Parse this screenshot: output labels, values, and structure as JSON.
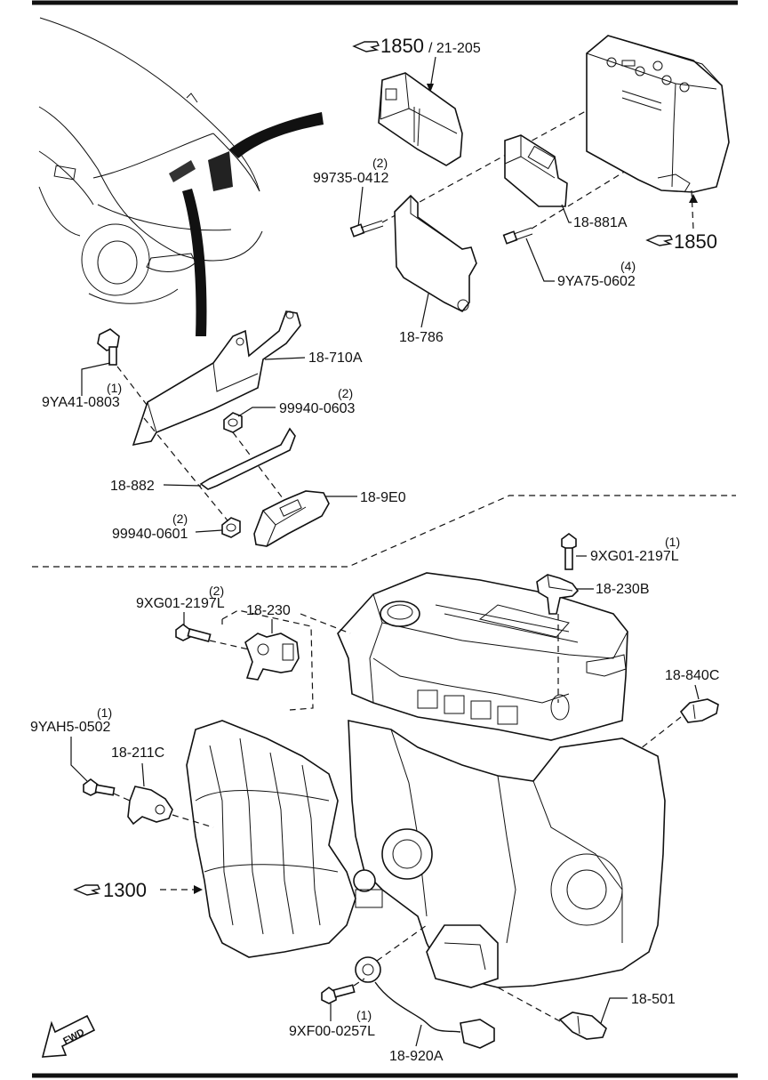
{
  "refs": {
    "ref_1850_top": "1850",
    "ref_21_205": "/ 21-205",
    "ref_1850_right": "1850",
    "ref_1300": "1300",
    "fwd": "FWD"
  },
  "labels": {
    "l_99735": "99735-0412",
    "q_99735": "(2)",
    "l_18881A": "18-881A",
    "l_9YA75": "9YA75-0602",
    "q_9YA75": "(4)",
    "l_18786": "18-786",
    "l_18710A": "18-710A",
    "l_9YA41": "9YA41-0803",
    "q_9YA41": "(1)",
    "l_99940_0603": "99940-0603",
    "q_99940_0603": "(2)",
    "l_18882": "18-882",
    "l_189E0": "18-9E0",
    "l_99940_0601": "99940-0601",
    "q_99940_0601": "(2)",
    "l_9XG01_r": "9XG01-2197L",
    "q_9XG01_r": "(1)",
    "l_18230B": "18-230B",
    "l_9XG01_l": "9XG01-2197L",
    "q_9XG01_l": "(2)",
    "l_18230": "18-230",
    "l_18840C": "18-840C",
    "l_9YAH5": "9YAH5-0502",
    "q_9YAH5": "(1)",
    "l_18211C": "18-211C",
    "l_18501": "18-501",
    "l_9XF00": "9XF00-0257L",
    "q_9XF00": "(1)",
    "l_18920A": "18-920A"
  }
}
